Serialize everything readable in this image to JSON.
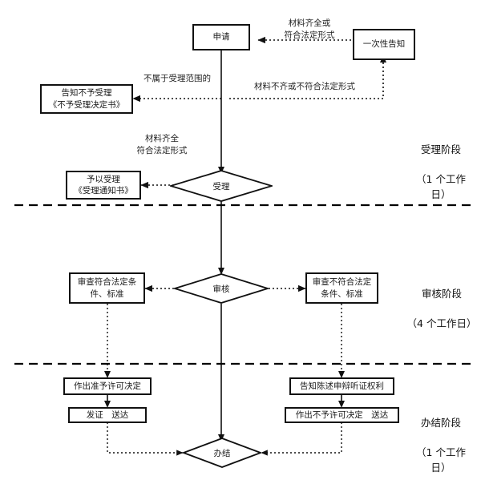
{
  "diagram": {
    "title_present": false,
    "nodes": {
      "apply": "申请",
      "one_time_notice": "一次性告知",
      "notify_not_accept": "告知不予受理\n《不予受理决定书》",
      "grant_accept": "予以受理\n《受理通知书》",
      "accept": "受理",
      "review": "审核",
      "review_conform": "审查符合法定条\n件、标准",
      "review_not_conform": "审查不符合法定\n条件、标准",
      "decide_permit": "作出准予许可决定",
      "issue_deliver": "发证　送达",
      "notify_rights": "告知陈述申辩听证权利",
      "decide_no_permit": "作出不予许可决定　送达",
      "complete": "办结"
    },
    "edge_labels": {
      "materials_complete_or_legal": "材料齐全或\n符合法定形式",
      "not_in_scope": "不属于受理范围的",
      "materials_incomplete": "材料不齐或不符合法定形式",
      "materials_complete_legal": "材料齐全\n符合法定形式"
    },
    "stages": [
      {
        "name": "受理阶段",
        "duration": "（1 个工作\n日）"
      },
      {
        "name": "审核阶段",
        "duration": "（4 个工作日）"
      },
      {
        "name": "办结阶段",
        "duration": "（1 个工作\n日）"
      }
    ],
    "colors": {
      "stroke": "#111111",
      "text": "#1a1a1a",
      "background": "#ffffff",
      "divider": "#000000"
    }
  }
}
